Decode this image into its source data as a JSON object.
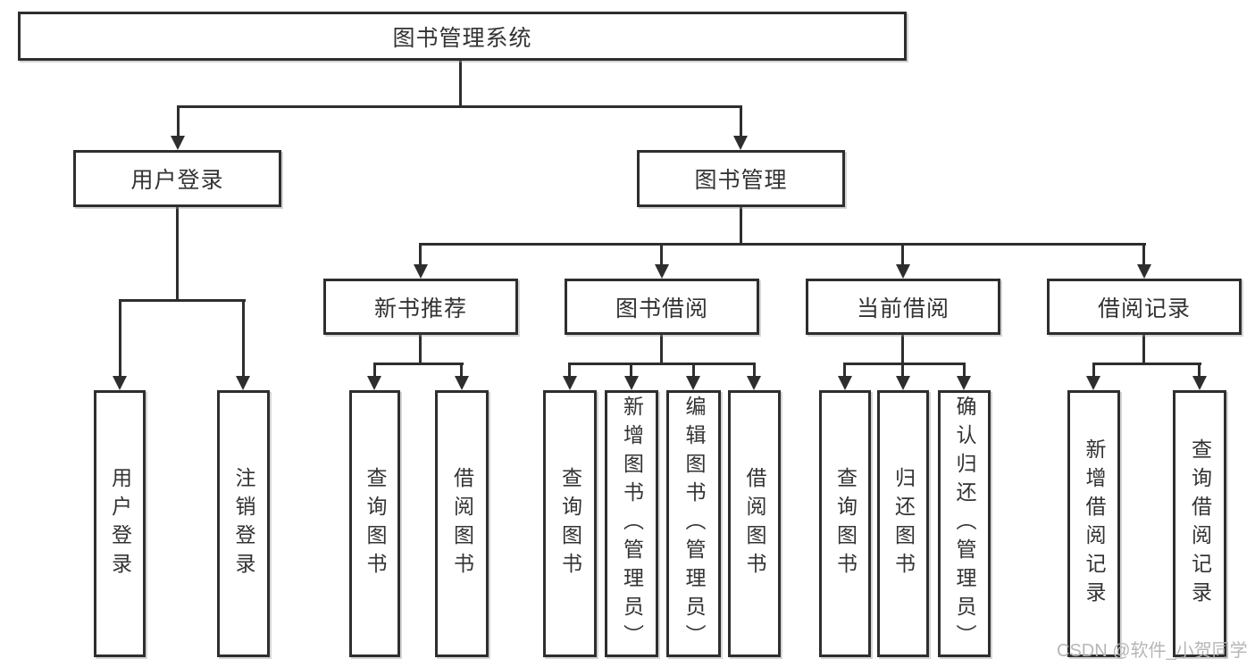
{
  "watermark": "CSDN @软件_小贺同学",
  "colors": {
    "line": "#2e2e2e",
    "text": "#333333",
    "watermark": "#b6b6b6",
    "background": "#ffffff"
  },
  "tree": {
    "root": "图书管理系统",
    "children": [
      {
        "label": "用户登录",
        "children": [
          "用户登录",
          "注销登录"
        ]
      },
      {
        "label": "图书管理",
        "children": [
          {
            "label": "新书推荐",
            "children": [
              "查询图书",
              "借阅图书"
            ]
          },
          {
            "label": "图书借阅",
            "children": [
              "查询图书",
              "新增图书（管理员）",
              "编辑图书（管理员）",
              "借阅图书"
            ]
          },
          {
            "label": "当前借阅",
            "children": [
              "查询图书",
              "归还图书",
              "确认归还（管理员）"
            ]
          },
          {
            "label": "借阅记录",
            "children": [
              "新增借阅记录",
              "查询借阅记录"
            ]
          }
        ]
      }
    ]
  }
}
